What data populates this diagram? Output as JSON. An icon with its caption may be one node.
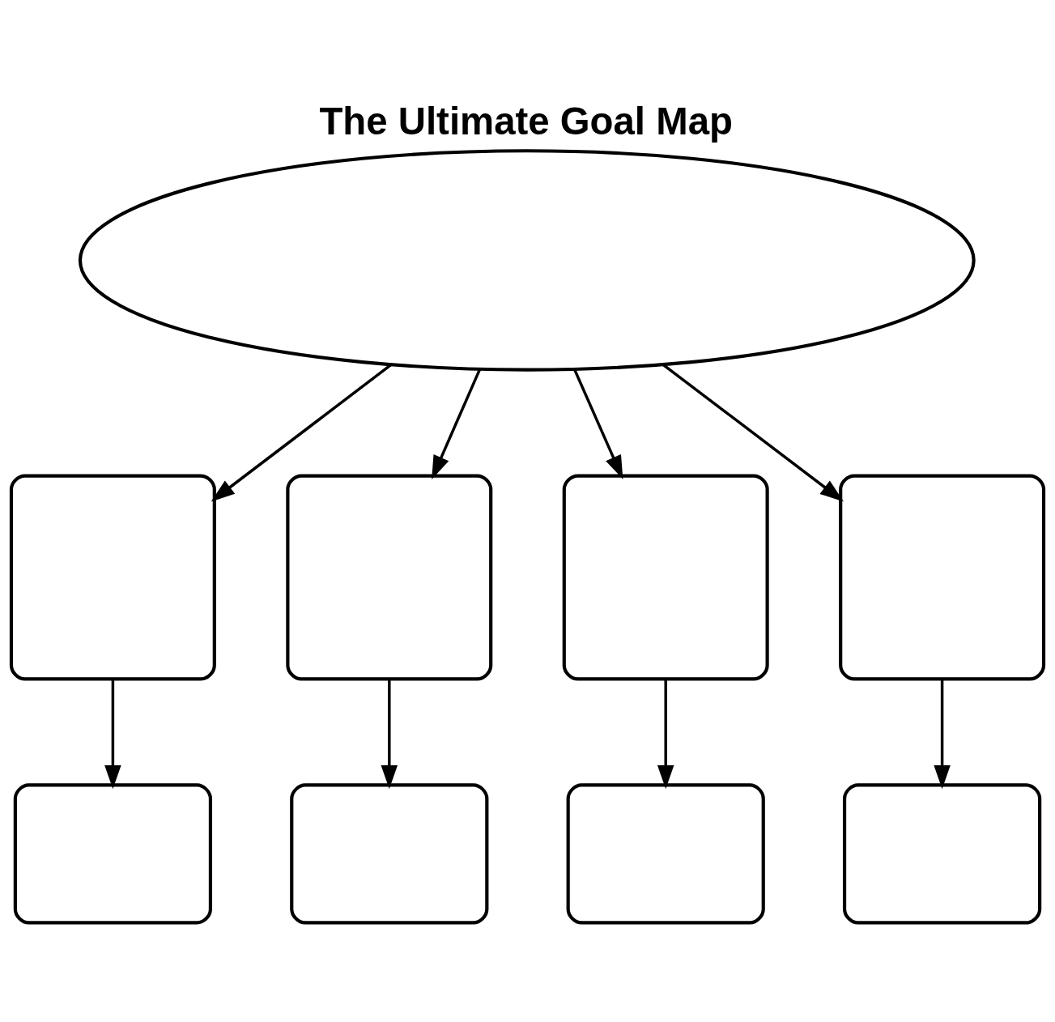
{
  "diagram": {
    "title": "The Ultimate Goal Map",
    "nodes": [
      {
        "text": [],
        "shape": "ellipse"
      },
      {
        "text": [],
        "shape": "box"
      },
      {
        "text": [],
        "shape": "box"
      },
      {
        "text": [],
        "shape": "box"
      },
      {
        "text": [],
        "shape": "box"
      },
      {
        "text": [],
        "shape": "box"
      },
      {
        "text": [],
        "shape": "box"
      },
      {
        "text": [],
        "shape": "box"
      },
      {
        "text": [],
        "shape": "box"
      }
    ],
    "edges": [
      {
        "from": 0,
        "to": 1,
        "arrow": "to"
      },
      {
        "from": 0,
        "to": 2,
        "arrow": "to"
      },
      {
        "from": 0,
        "to": 3,
        "arrow": "to"
      },
      {
        "from": 0,
        "to": 4,
        "arrow": "to"
      },
      {
        "from": 1,
        "to": 5,
        "arrow": "to"
      },
      {
        "from": 2,
        "to": 6,
        "arrow": "to"
      },
      {
        "from": 3,
        "to": 7,
        "arrow": "to"
      },
      {
        "from": 4,
        "to": 8,
        "arrow": "to"
      }
    ]
  }
}
